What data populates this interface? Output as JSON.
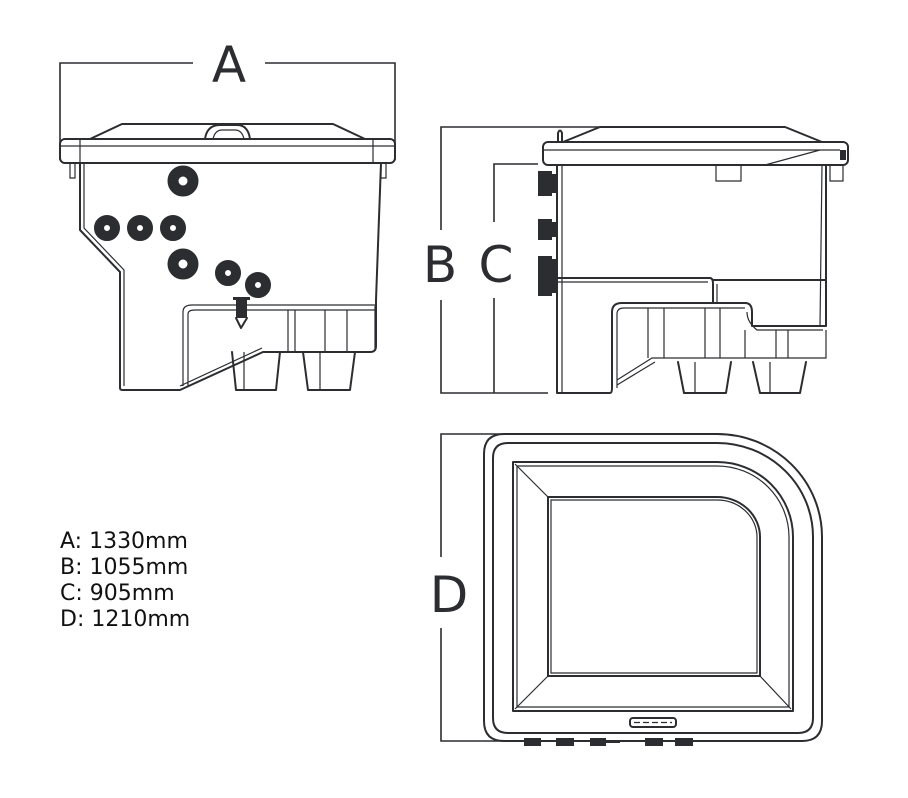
{
  "labels": {
    "a": "A",
    "b": "B",
    "c": "C",
    "d": "D"
  },
  "specs": [
    {
      "text": "A: 1330mm"
    },
    {
      "text": "B: 1055mm"
    },
    {
      "text": "C: 905mm"
    },
    {
      "text": "D: 1210mm"
    }
  ],
  "colors": {
    "line": "#2b2d31",
    "background": "#ffffff"
  }
}
